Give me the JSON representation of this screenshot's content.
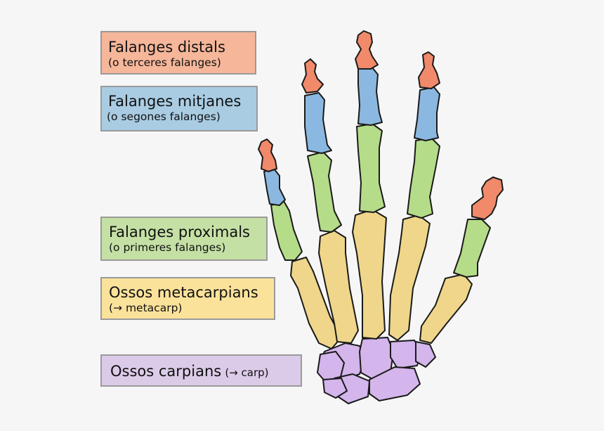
{
  "labels": {
    "distal": {
      "title": "Falanges distals",
      "subtitle": "(o terceres falanges)"
    },
    "middle": {
      "title": "Falanges mitjanes",
      "subtitle": "(o segones falanges)"
    },
    "proximal": {
      "title": "Falanges proximals",
      "subtitle": "(o primeres falanges)"
    },
    "metacarpal": {
      "title": "Ossos metacarpians",
      "subtitle": "(→ metacarp)"
    },
    "carpal": {
      "title": "Ossos carpians",
      "subtitle": "(→ carp)"
    }
  },
  "colors": {
    "distal": "#f5b69a",
    "distal_bone": "#f08a6a",
    "middle": "#a9cce3",
    "middle_bone": "#8bb8e0",
    "proximal": "#c5e0a5",
    "proximal_bone": "#b5dc88",
    "metacarpal": "#fbe29b",
    "metacarpal_bone": "#efd68a",
    "carpal": "#dccbe8",
    "carpal_bone": "#d4b5ec",
    "background": "#f6f6f6"
  }
}
